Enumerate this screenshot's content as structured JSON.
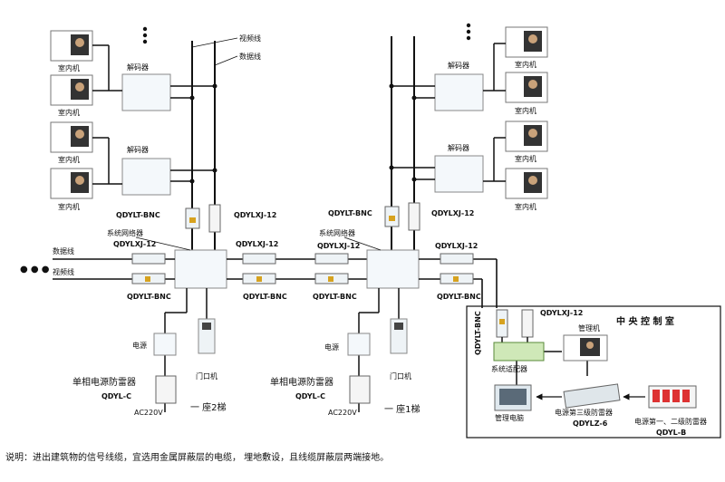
{
  "labels": {
    "video_line": "视频线",
    "data_line": "数据线",
    "decoder": "解码器",
    "indoor_unit": "室内机",
    "qdylt_bnc": "QDYLT-BNC",
    "qdylxj_12": "QDYLXJ-12",
    "network_device": "系统网络器",
    "power": "电源",
    "door_unit": "门口机",
    "single_phase_arrester": "单相电源防雷器",
    "qdyl_c": "QDYL-C",
    "ac220v": "AC220V",
    "building2": "一 座2梯",
    "building1": "一 座1梯",
    "dots": "● ● ●",
    "vdots": "●",
    "central_room": "中 央 控 制 室",
    "manager_machine": "管理机",
    "system_adapter": "系统适配器",
    "manager_pc": "管理电脑",
    "power_third_arrester": "电源第三级防雷器",
    "qdylz_6": "QDYLZ-6",
    "power_first_second_arrester": "电源第一、二级防雷器",
    "qdyl_b": "QDYL-B"
  },
  "footer_note": "说明：进出建筑物的信号线缆，宜选用金属屏蔽层的电缆，  埋地敷设，且线缆屏蔽层两端接地。"
}
